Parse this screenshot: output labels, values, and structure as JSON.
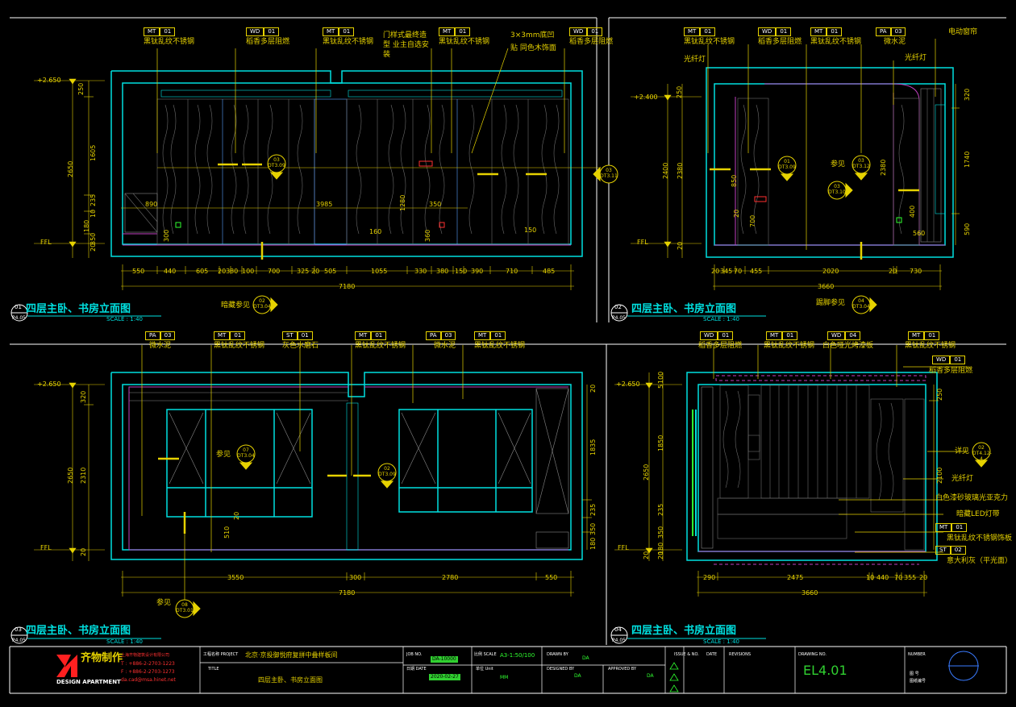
{
  "elevations": [
    {
      "id": "01",
      "sheet": "P4.05",
      "title": "四层主卧、书房立面图",
      "scale": "SCALE : 1:40",
      "level_top": "+2.650",
      "level_floor": "FFL",
      "width_total": "7180",
      "width_dims": [
        "550",
        "440",
        "605",
        "203",
        "80",
        "100",
        "700",
        "325",
        "20",
        "505",
        "1055",
        "330",
        "380",
        "150",
        "390",
        "710",
        "485"
      ],
      "height_dims": [
        "250",
        "1605",
        "2650",
        "235",
        "10",
        "180",
        "350",
        "20"
      ],
      "material_tags": [
        {
          "code": "MT",
          "num": "01",
          "text": "黑钛乱纹不锈钢"
        },
        {
          "code": "WD",
          "num": "01",
          "text": "稻香多层阻燃"
        },
        {
          "code": "MT",
          "num": "01",
          "text": "黑钛乱纹不锈钢"
        },
        {
          "code": "",
          "num": "",
          "text": "门样式最终造型 业主自选安装"
        },
        {
          "code": "MT",
          "num": "01",
          "text": "黑钛乱纹不锈钢"
        },
        {
          "code": "",
          "num": "",
          "text": "3×3mm底凹贴 同色木饰面"
        },
        {
          "code": "WD",
          "num": "01",
          "text": "稻香多层阻燃"
        }
      ],
      "callouts": [
        {
          "text": "暗藏参见",
          "ref": "02",
          "sheet": "DT3.04"
        },
        {
          "ref": "03",
          "sheet": "DT3.09"
        },
        {
          "ref": "03",
          "sheet": "DT3.11"
        }
      ],
      "inner_dims": [
        "890",
        "3985",
        "1280",
        "350",
        "160",
        "150",
        "360",
        "300"
      ]
    },
    {
      "id": "02",
      "sheet": "P4.05",
      "title": "四层主卧、书房立面图",
      "scale": "SCALE : 1:40",
      "level_top": "+2.400",
      "level_floor": "FFL",
      "width_total": "3660",
      "width_dims": [
        "20",
        "345",
        "70",
        "455",
        "2020",
        "20",
        "730"
      ],
      "height_dims": [
        "250",
        "2400",
        "2380",
        "320",
        "1740",
        "590",
        "20"
      ],
      "material_tags": [
        {
          "code": "MT",
          "num": "01",
          "text": "黑钛乱纹不锈钢"
        },
        {
          "code": "WD",
          "num": "01",
          "text": "稻香多层阻燃"
        },
        {
          "code": "MT",
          "num": "01",
          "text": "黑钛乱纹不锈钢"
        },
        {
          "code": "PA",
          "num": "03",
          "text": "微水泥"
        },
        {
          "code": "",
          "num": "",
          "text": "电动窗帘"
        }
      ],
      "labels": [
        "光纤灯",
        "光纤灯",
        "参见"
      ],
      "callouts": [
        {
          "text": "踢脚参见",
          "ref": "04",
          "sheet": "DT3.04"
        },
        {
          "ref": "01",
          "sheet": "DT3.09"
        },
        {
          "ref": "03",
          "sheet": "DT3.12"
        },
        {
          "ref": "03",
          "sheet": "DT3.10"
        }
      ],
      "inner_dims": [
        "850",
        "700",
        "20",
        "2380",
        "400",
        "560"
      ]
    },
    {
      "id": "03",
      "sheet": "P4.05",
      "title": "四层主卧、书房立面图",
      "scale": "SCALE : 1:40",
      "level_top": "+2.650",
      "level_floor": "FFL",
      "width_total": "7180",
      "width_dims": [
        "3550",
        "300",
        "2780",
        "550"
      ],
      "height_dims": [
        "320",
        "2650",
        "2310",
        "20",
        "1835",
        "235",
        "180",
        "350",
        "20"
      ],
      "material_tags": [
        {
          "code": "PA",
          "num": "03",
          "text": "微水泥"
        },
        {
          "code": "MT",
          "num": "01",
          "text": "黑钛乱纹不锈钢"
        },
        {
          "code": "ST",
          "num": "01",
          "text": "灰色水磨石"
        },
        {
          "code": "MT",
          "num": "01",
          "text": "黑钛乱纹不锈钢"
        },
        {
          "code": "PA",
          "num": "03",
          "text": "微水泥"
        },
        {
          "code": "MT",
          "num": "01",
          "text": "黑钛乱纹不锈钢"
        }
      ],
      "labels": [
        "参见",
        "参见"
      ],
      "callouts": [
        {
          "ref": "07",
          "sheet": "DT3.04"
        },
        {
          "ref": "02",
          "sheet": "DT3.09"
        },
        {
          "ref": "08",
          "sheet": "DT3.01"
        }
      ],
      "inner_dims": [
        "510",
        "20"
      ]
    },
    {
      "id": "04",
      "sheet": "P4.05",
      "title": "四层主卧、书房立面图",
      "scale": "SCALE : 1:40",
      "level_top": "+2.650",
      "level_floor": "FFL",
      "width_total": "3660",
      "width_dims": [
        "290",
        "2475",
        "10",
        "440",
        "70",
        "355",
        "20"
      ],
      "height_dims": [
        "100",
        "5",
        "1850",
        "2650",
        "235",
        "20",
        "180",
        "350",
        "20",
        "250",
        "2100"
      ],
      "material_tags": [
        {
          "code": "WD",
          "num": "01",
          "text": "稻香多层阻燃"
        },
        {
          "code": "MT",
          "num": "01",
          "text": "黑钛乱纹不锈钢"
        },
        {
          "code": "WD",
          "num": "04",
          "text": "白色哑光烤漆板"
        },
        {
          "code": "MT",
          "num": "01",
          "text": "黑钛乱纹不锈钢"
        },
        {
          "code": "WD",
          "num": "01",
          "text": "稻香多层阻燃"
        },
        {
          "code": "MT",
          "num": "01",
          "text": "黑钛乱纹不锈钢饰板"
        },
        {
          "code": "ST",
          "num": "02",
          "text": "意大利灰（平光面）"
        }
      ],
      "labels": [
        "详见",
        "光纤灯",
        "白色漆砂玻璃光亚克力",
        "暗藏LED灯带"
      ],
      "callouts": [
        {
          "ref": "02",
          "sheet": "DT4.12-4"
        }
      ]
    }
  ],
  "title_block": {
    "company_name": "齐物制作",
    "company_en": "DESIGN APARTMENT",
    "company_lines": [
      "上海齐物建筑设计有限公司",
      "T : +886-2-2703-1223",
      "F : +886-2-2703-1273",
      "da.cad@msa.hinet.net"
    ],
    "project_label": "工程名称 PROJECT",
    "project_name": "北京·京投御悦府复拼中叠样板间",
    "title_label": "TITLE",
    "drawing_title": "四层主卧、书房立面图",
    "job_label": "JOB NO.",
    "job_no": "DA-10000",
    "scale_label": "比例 SCALE",
    "scale_value": "A3-1:50/100",
    "date_label": "日期 DATE",
    "date_value": "2020-02-27",
    "unit_label": "单位 Unit",
    "unit_value": "MM",
    "drawn_label": "DRAWN BY",
    "drawn_value": "DA",
    "designed_label": "DESIGNED BY",
    "designed_value": "DA",
    "approved_label": "APPROVED BY",
    "approved_value": "DA",
    "issue_label": "ISSUE & NO.",
    "date2_label": "DATE",
    "revisions_label": "REVISIONS",
    "drawing_no_label": "DRAWING NO.",
    "drawing_no": "EL4.01",
    "number_label": "NUMBER",
    "number_lines": [
      "图 号",
      "图纸编号"
    ]
  }
}
